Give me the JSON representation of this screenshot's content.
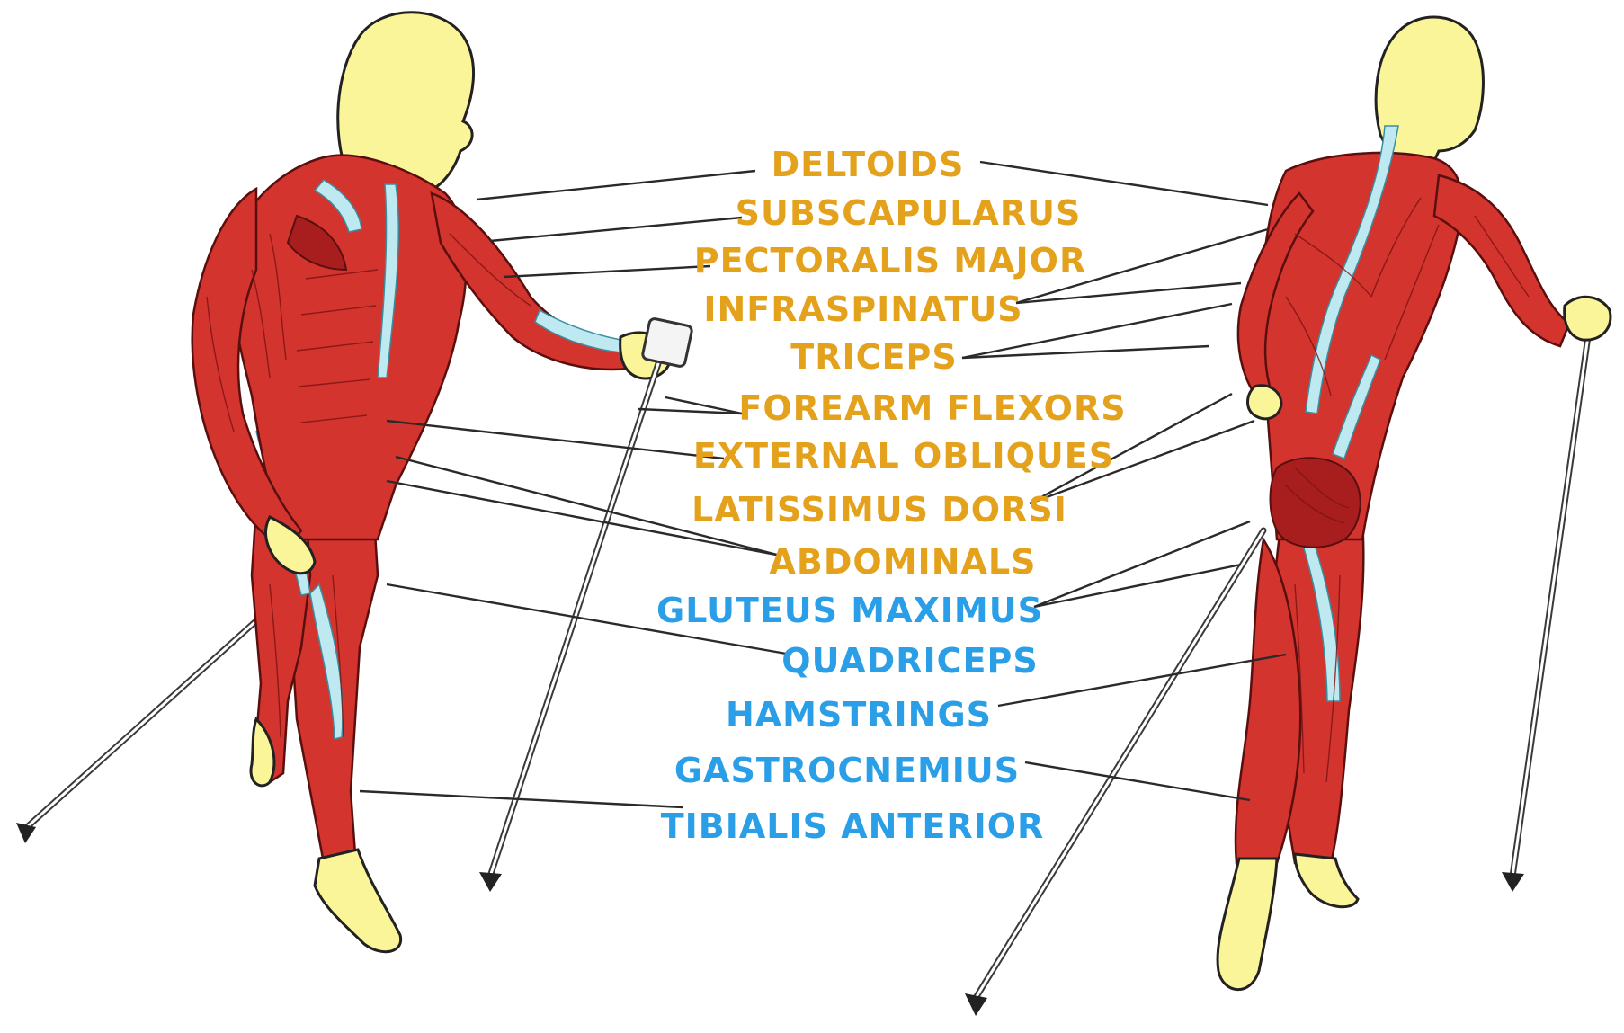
{
  "colors": {
    "upper_body_label": "#e3a11c",
    "lower_body_label": "#2a9ee6",
    "skin": "#fbf59a",
    "muscle": "#d3342e",
    "tendon": "#bfe9f0"
  },
  "labels": {
    "upper_body": [
      "DELTOIDS",
      "SUBSCAPULARUS",
      "PECTORALIS MAJOR",
      "INFRASPINATUS",
      "TRICEPS",
      "FOREARM FLEXORS",
      "EXTERNAL OBLIQUES",
      "LATISSIMUS DORSI",
      "ABDOMINALS"
    ],
    "lower_body": [
      "GLUTEUS MAXIMUS",
      "QUADRICEPS",
      "HAMSTRINGS",
      "GASTROCNEMIUS",
      "TIBIALIS ANTERIOR"
    ]
  }
}
